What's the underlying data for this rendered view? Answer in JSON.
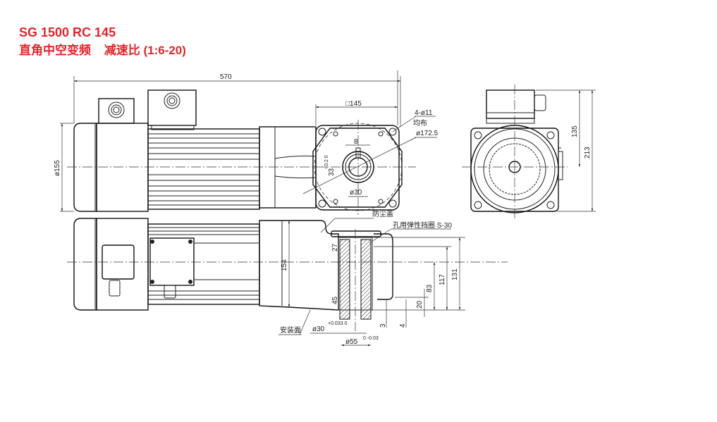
{
  "title": {
    "model": "SG 1500 RC 145",
    "subtitle": "直角中空变频",
    "ratio": "减速比 (1:6-20)"
  },
  "dimensions": {
    "length": "570",
    "motor_dia": "ø155",
    "flange_square": "□145",
    "holes": "4-ø11",
    "holes_note": "均布",
    "pcd": "ø172.5",
    "key_width": "8",
    "key_height": "33",
    "key_tol": "+0.2 0",
    "bore": "ø30",
    "height_135": "135",
    "height_213": "213",
    "height_154": "154",
    "d27": "27",
    "d45": "45",
    "d131": "131",
    "d117": "117",
    "d83": "83",
    "d20": "20",
    "d3": "3",
    "d4": "4",
    "bore_fit": "ø30",
    "bore_fit_tol": "+0.033 0",
    "hub_dia": "ø55",
    "hub_tol": "0 -0.03"
  },
  "labels": {
    "dust_cover": "防尘盖",
    "circlip": "孔用弹性挡圈 S-30",
    "mounting_face": "安装面"
  },
  "colors": {
    "title": "#e0262b"
  }
}
